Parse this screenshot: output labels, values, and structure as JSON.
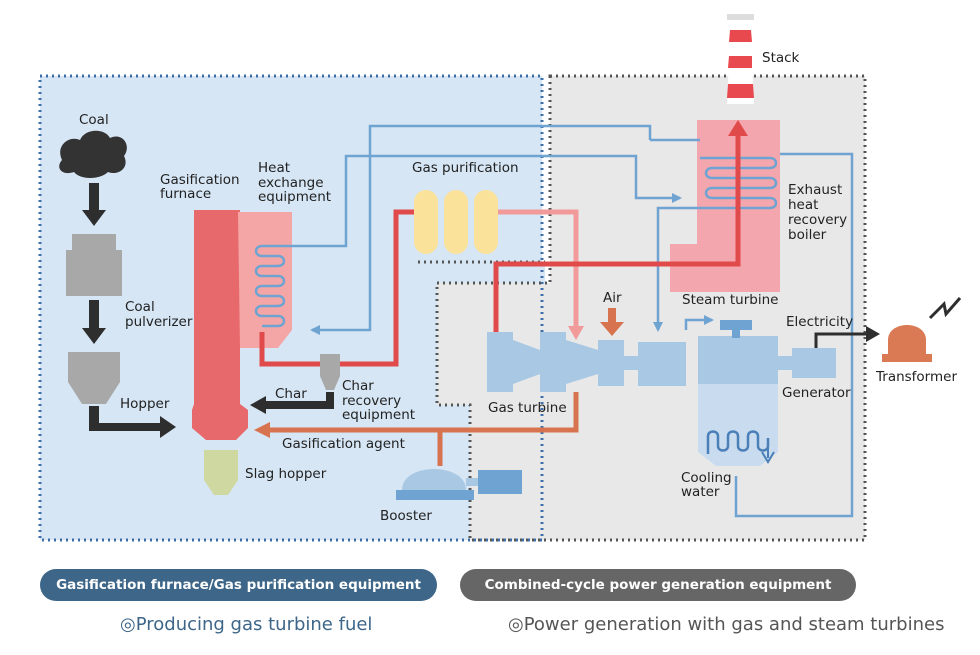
{
  "labels": {
    "coal": "Coal",
    "coal_pulverizer_1": "Coal",
    "coal_pulverizer_2": "pulverizer",
    "hopper": "Hopper",
    "gasification_furnace_1": "Gasification",
    "gasification_furnace_2": "furnace",
    "heat_exchange_1": "Heat",
    "heat_exchange_2": "exchange",
    "heat_exchange_3": "equipment",
    "gas_purification": "Gas purification",
    "char": "Char",
    "char_recovery_1": "Char",
    "char_recovery_2": "recovery",
    "char_recovery_3": "equipment",
    "gasification_agent": "Gasification agent",
    "slag_hopper": "Slag hopper",
    "booster": "Booster",
    "stack": "Stack",
    "hrsg_1": "Exhaust",
    "hrsg_2": "heat",
    "hrsg_3": "recovery",
    "hrsg_4": "boiler",
    "air": "Air",
    "steam_turbine": "Steam turbine",
    "electricity": "Electricity",
    "transformer": "Transformer",
    "gas_turbine": "Gas turbine",
    "generator": "Generator",
    "cooling_water_1": "Cooling",
    "cooling_water_2": "water"
  },
  "footer": {
    "left_pill": "Gasification furnace/Gas purification equipment",
    "right_pill": "Combined-cycle power generation equipment",
    "left_sub": "◎Producing gas turbine fuel",
    "right_sub": "◎Power generation with gas and steam turbines"
  },
  "colors": {
    "left_bg": "#d6e6f5",
    "right_bg": "#e8e8e8",
    "left_pill": "#3e6688",
    "right_pill": "#666666",
    "red_pipe": "#e04a4a",
    "pink_pipe": "#f29a9a",
    "blue_pipe": "#6fa3d1",
    "orange_pipe": "#d7734e",
    "dark_arrow": "#2e2e2e"
  }
}
